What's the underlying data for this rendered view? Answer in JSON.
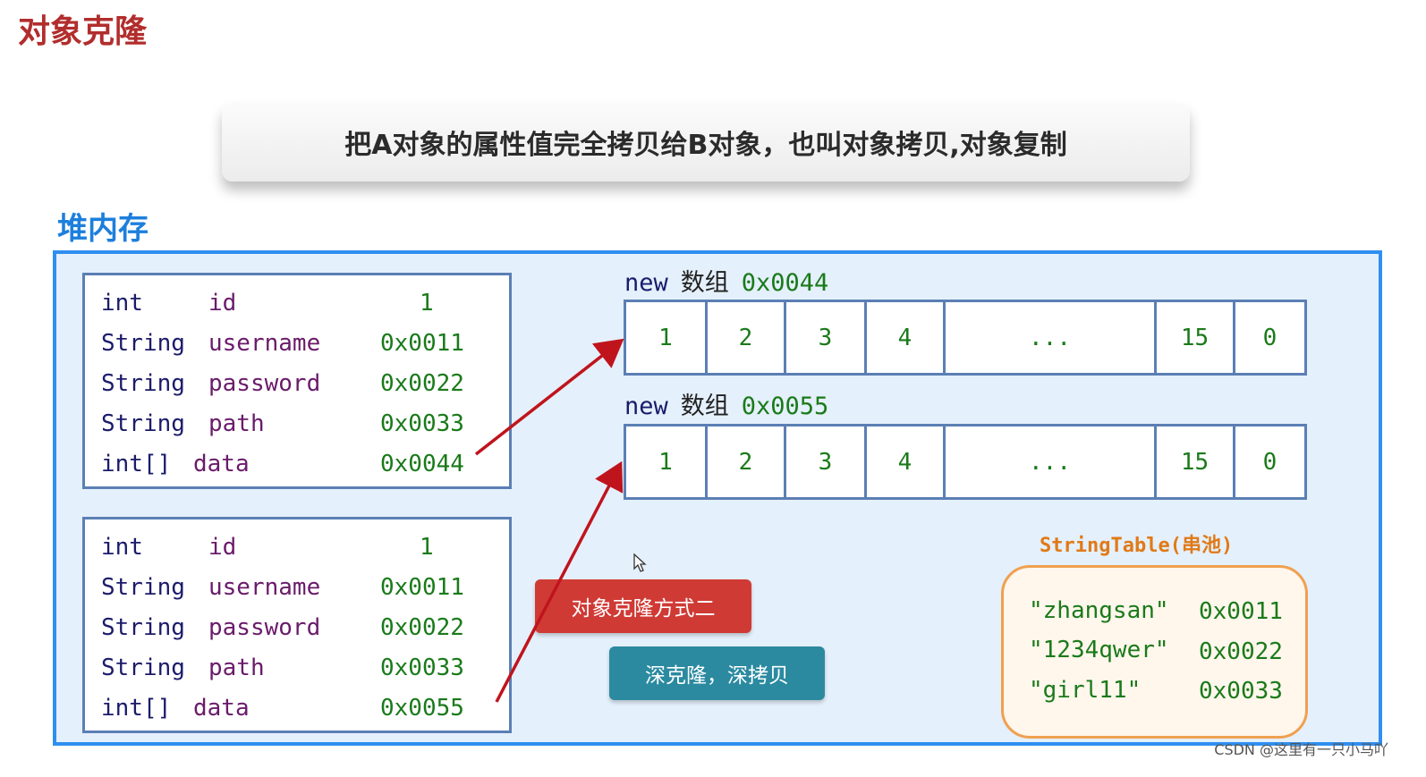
{
  "title": "对象克隆",
  "banner": "把A对象的属性值完全拷贝给B对象，也叫对象拷贝,对象复制",
  "heap_label": "堆内存",
  "object1": {
    "rows": [
      {
        "type": "int",
        "name": "id",
        "value": "1"
      },
      {
        "type": "String",
        "name": "username",
        "value": "0x0011"
      },
      {
        "type": "String",
        "name": "password",
        "value": "0x0022"
      },
      {
        "type": "String",
        "name": "path",
        "value": "0x0033"
      },
      {
        "type": "int[]",
        "name": "data",
        "value": "0x0044"
      }
    ]
  },
  "object2": {
    "rows": [
      {
        "type": "int",
        "name": "id",
        "value": "1"
      },
      {
        "type": "String",
        "name": "username",
        "value": "0x0011"
      },
      {
        "type": "String",
        "name": "password",
        "value": "0x0022"
      },
      {
        "type": "String",
        "name": "path",
        "value": "0x0033"
      },
      {
        "type": "int[]",
        "name": "data",
        "value": "0x0055"
      }
    ]
  },
  "array1": {
    "keyword": "new",
    "label": "数组",
    "address": "0x0044",
    "cells": [
      "1",
      "2",
      "3",
      "4",
      "...",
      "15",
      "0"
    ]
  },
  "array2": {
    "keyword": "new",
    "label": "数组",
    "address": "0x0055",
    "cells": [
      "1",
      "2",
      "3",
      "4",
      "...",
      "15",
      "0"
    ]
  },
  "buttons": {
    "method2": "对象克隆方式二",
    "deep": "深克隆，深拷贝"
  },
  "string_table": {
    "title": "StringTable(串池)",
    "rows": [
      {
        "value": "\"zhangsan\"",
        "address": "0x0011"
      },
      {
        "value": "\"1234qwer\"",
        "address": "0x0022"
      },
      {
        "value": "\"girl11\"",
        "address": "0x0033"
      }
    ]
  },
  "watermark": "CSDN @这里有一只小马吖",
  "colors": {
    "title": "#b22d2d",
    "heap": "#2f8ff0",
    "arrow": "#c0141c",
    "address": "#1a7a1a",
    "string_table": "#f0a050"
  }
}
